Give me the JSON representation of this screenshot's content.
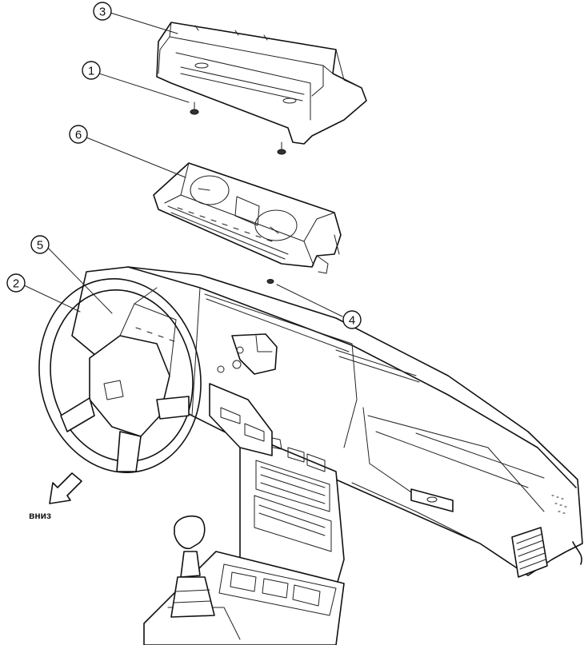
{
  "callouts": [
    {
      "id": "1",
      "label": "1"
    },
    {
      "id": "2",
      "label": "2"
    },
    {
      "id": "3",
      "label": "3"
    },
    {
      "id": "4",
      "label": "4"
    },
    {
      "id": "5",
      "label": "5"
    },
    {
      "id": "6",
      "label": "6"
    }
  ],
  "direction_label": "вниз"
}
